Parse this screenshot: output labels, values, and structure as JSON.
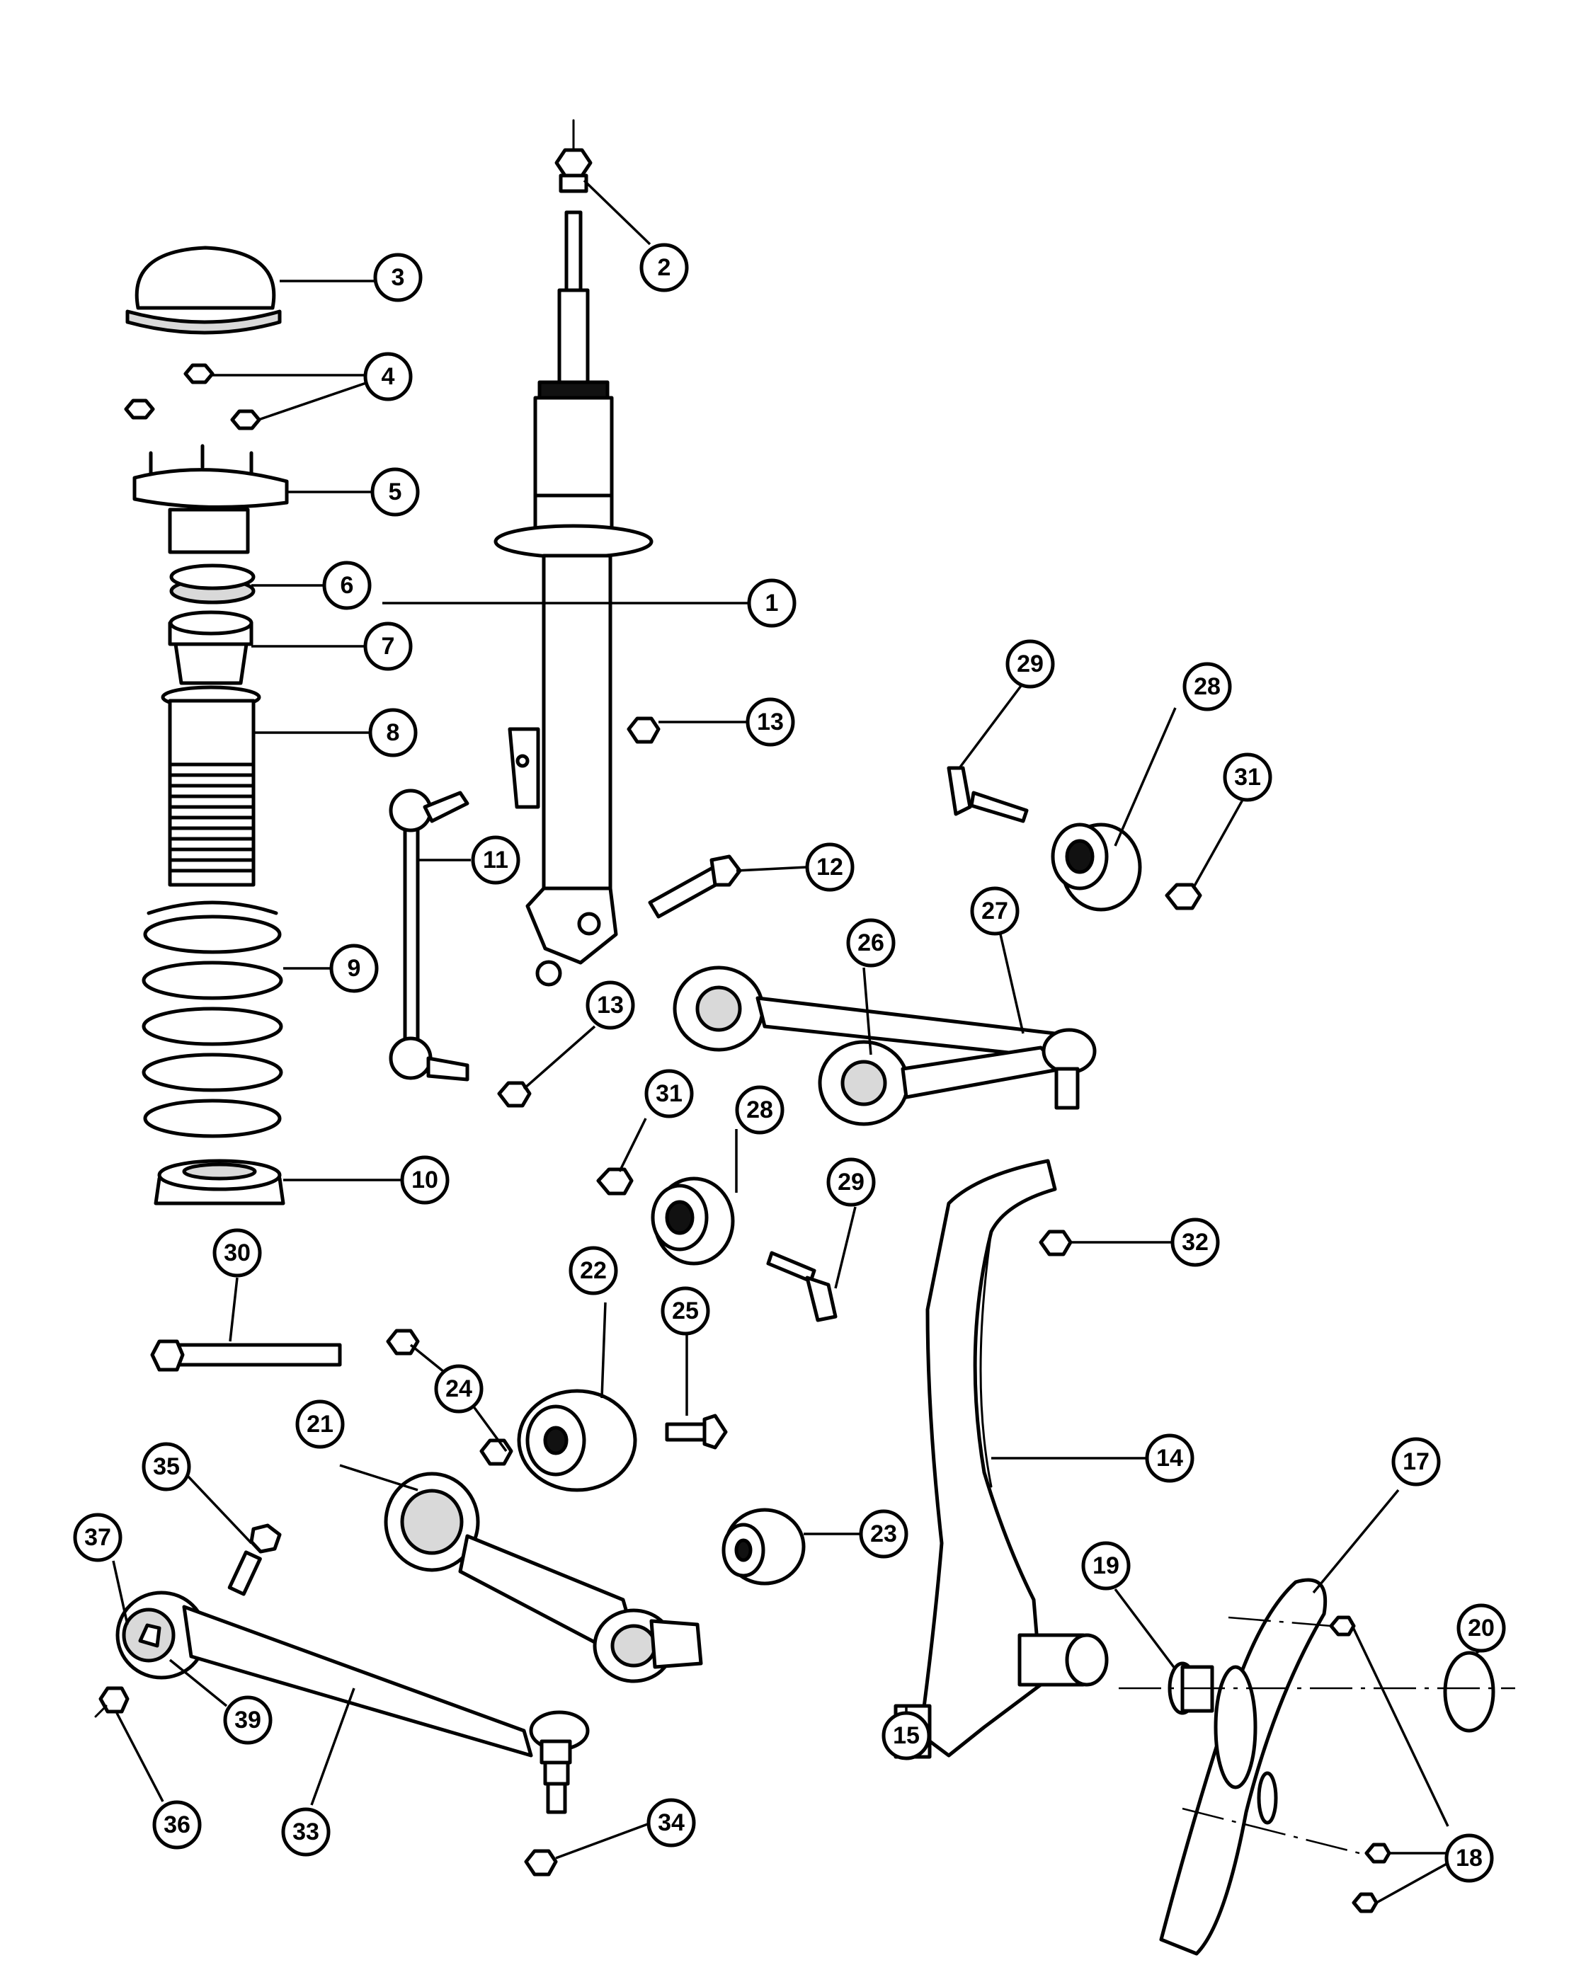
{
  "diagram": {
    "callouts": [
      {
        "id": "c1",
        "label": "1"
      },
      {
        "id": "c2",
        "label": "2"
      },
      {
        "id": "c3",
        "label": "3"
      },
      {
        "id": "c4",
        "label": "4"
      },
      {
        "id": "c5",
        "label": "5"
      },
      {
        "id": "c6",
        "label": "6"
      },
      {
        "id": "c7",
        "label": "7"
      },
      {
        "id": "c8",
        "label": "8"
      },
      {
        "id": "c9",
        "label": "9"
      },
      {
        "id": "c10",
        "label": "10"
      },
      {
        "id": "c11",
        "label": "11"
      },
      {
        "id": "c12",
        "label": "12"
      },
      {
        "id": "c13a",
        "label": "13"
      },
      {
        "id": "c13b",
        "label": "13"
      },
      {
        "id": "c14",
        "label": "14"
      },
      {
        "id": "c15",
        "label": "15"
      },
      {
        "id": "c17",
        "label": "17"
      },
      {
        "id": "c18",
        "label": "18"
      },
      {
        "id": "c19",
        "label": "19"
      },
      {
        "id": "c20",
        "label": "20"
      },
      {
        "id": "c21",
        "label": "21"
      },
      {
        "id": "c22",
        "label": "22"
      },
      {
        "id": "c23",
        "label": "23"
      },
      {
        "id": "c24",
        "label": "24"
      },
      {
        "id": "c25",
        "label": "25"
      },
      {
        "id": "c26",
        "label": "26"
      },
      {
        "id": "c27",
        "label": "27"
      },
      {
        "id": "c28a",
        "label": "28"
      },
      {
        "id": "c28b",
        "label": "28"
      },
      {
        "id": "c29a",
        "label": "29"
      },
      {
        "id": "c29b",
        "label": "29"
      },
      {
        "id": "c30",
        "label": "30"
      },
      {
        "id": "c31a",
        "label": "31"
      },
      {
        "id": "c31b",
        "label": "31"
      },
      {
        "id": "c32",
        "label": "32"
      },
      {
        "id": "c33",
        "label": "33"
      },
      {
        "id": "c34",
        "label": "34"
      },
      {
        "id": "c35",
        "label": "35"
      },
      {
        "id": "c36",
        "label": "36"
      },
      {
        "id": "c37",
        "label": "37"
      },
      {
        "id": "c39",
        "label": "39"
      }
    ]
  }
}
